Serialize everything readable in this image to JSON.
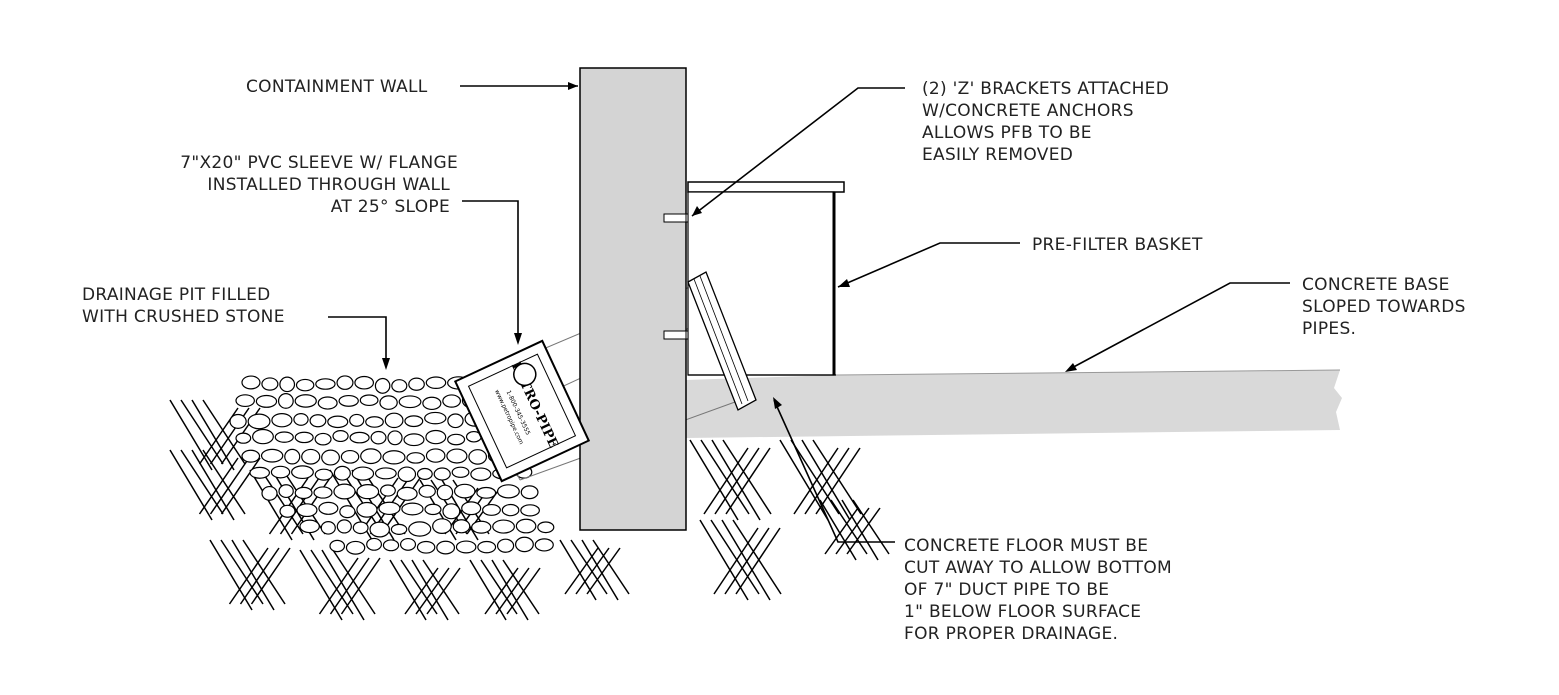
{
  "labels": {
    "containment_wall": "CONTAINMENT WALL",
    "z_brackets": [
      "(2) 'Z' BRACKETS ATTACHED",
      "W/CONCRETE ANCHORS",
      "ALLOWS PFB TO BE",
      "EASILY REMOVED"
    ],
    "pvc_sleeve": [
      "7\"X20\" PVC SLEEVE W/ FLANGE",
      "INSTALLED THROUGH WALL",
      "AT 25° SLOPE"
    ],
    "pre_filter_basket": "PRE-FILTER BASKET",
    "concrete_base": [
      "CONCRETE BASE",
      "SLOPED TOWARDS",
      "PIPES."
    ],
    "drainage_pit": [
      "DRAINAGE PIT FILLED",
      "WITH CRUSHED STONE"
    ],
    "concrete_floor": [
      "CONCRETE FLOOR MUST BE",
      "CUT AWAY TO ALLOW BOTTOM",
      "OF 7\" DUCT PIPE TO BE",
      "1\" BELOW FLOOR SURFACE",
      "FOR PROPER DRAINAGE."
    ]
  },
  "pipe_label": {
    "brand": "PETRO-PIPE",
    "fine_print": [
      "1-800-345-3555",
      "www.petropipe.com"
    ]
  },
  "colors": {
    "concrete": "#d9d9d9",
    "wall": "#d4d4d4",
    "ink": "#000000"
  }
}
